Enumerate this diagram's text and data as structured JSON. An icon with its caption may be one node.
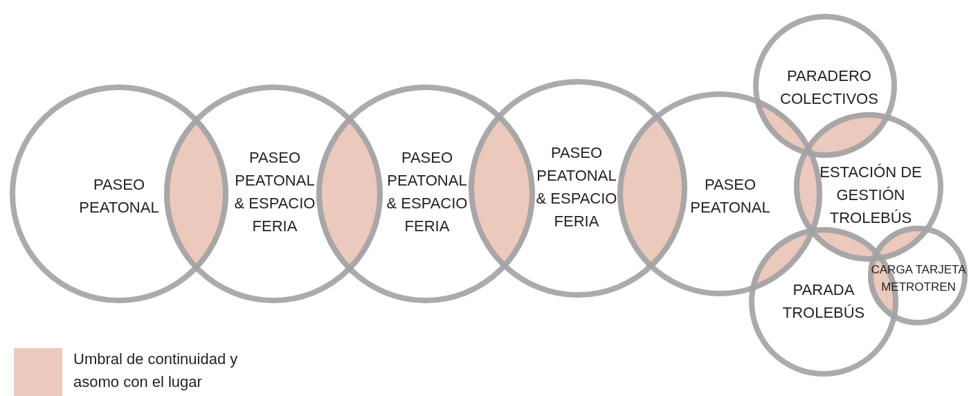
{
  "diagram": {
    "nodes": [
      {
        "text": [
          "PASEO PEATONAL"
        ]
      },
      {
        "text": [
          "PASEO PEATONAL & ESPACIO FERIA"
        ]
      },
      {
        "text": [
          "PASEO PEATONAL & ESPACIO FERIA"
        ]
      },
      {
        "text": [
          "PASEO PEATONAL & ESPACIO FERIA"
        ]
      },
      {
        "text": [
          "PASEO PEATONAL"
        ]
      },
      {
        "text": [
          "PARADERO COLECTIVOS"
        ]
      },
      {
        "text": [
          "ESTACIÓN DE GESTIÓN TROLEBÚS"
        ]
      },
      {
        "text": [
          "PARADA TROLEBÚS"
        ]
      },
      {
        "text": [
          "CARGA TARJETA METROTREN"
        ]
      }
    ],
    "legend": [
      {
        "text": "Umbral de continuidad y asomo con el lugar",
        "color": "#ebc9bd"
      }
    ]
  }
}
